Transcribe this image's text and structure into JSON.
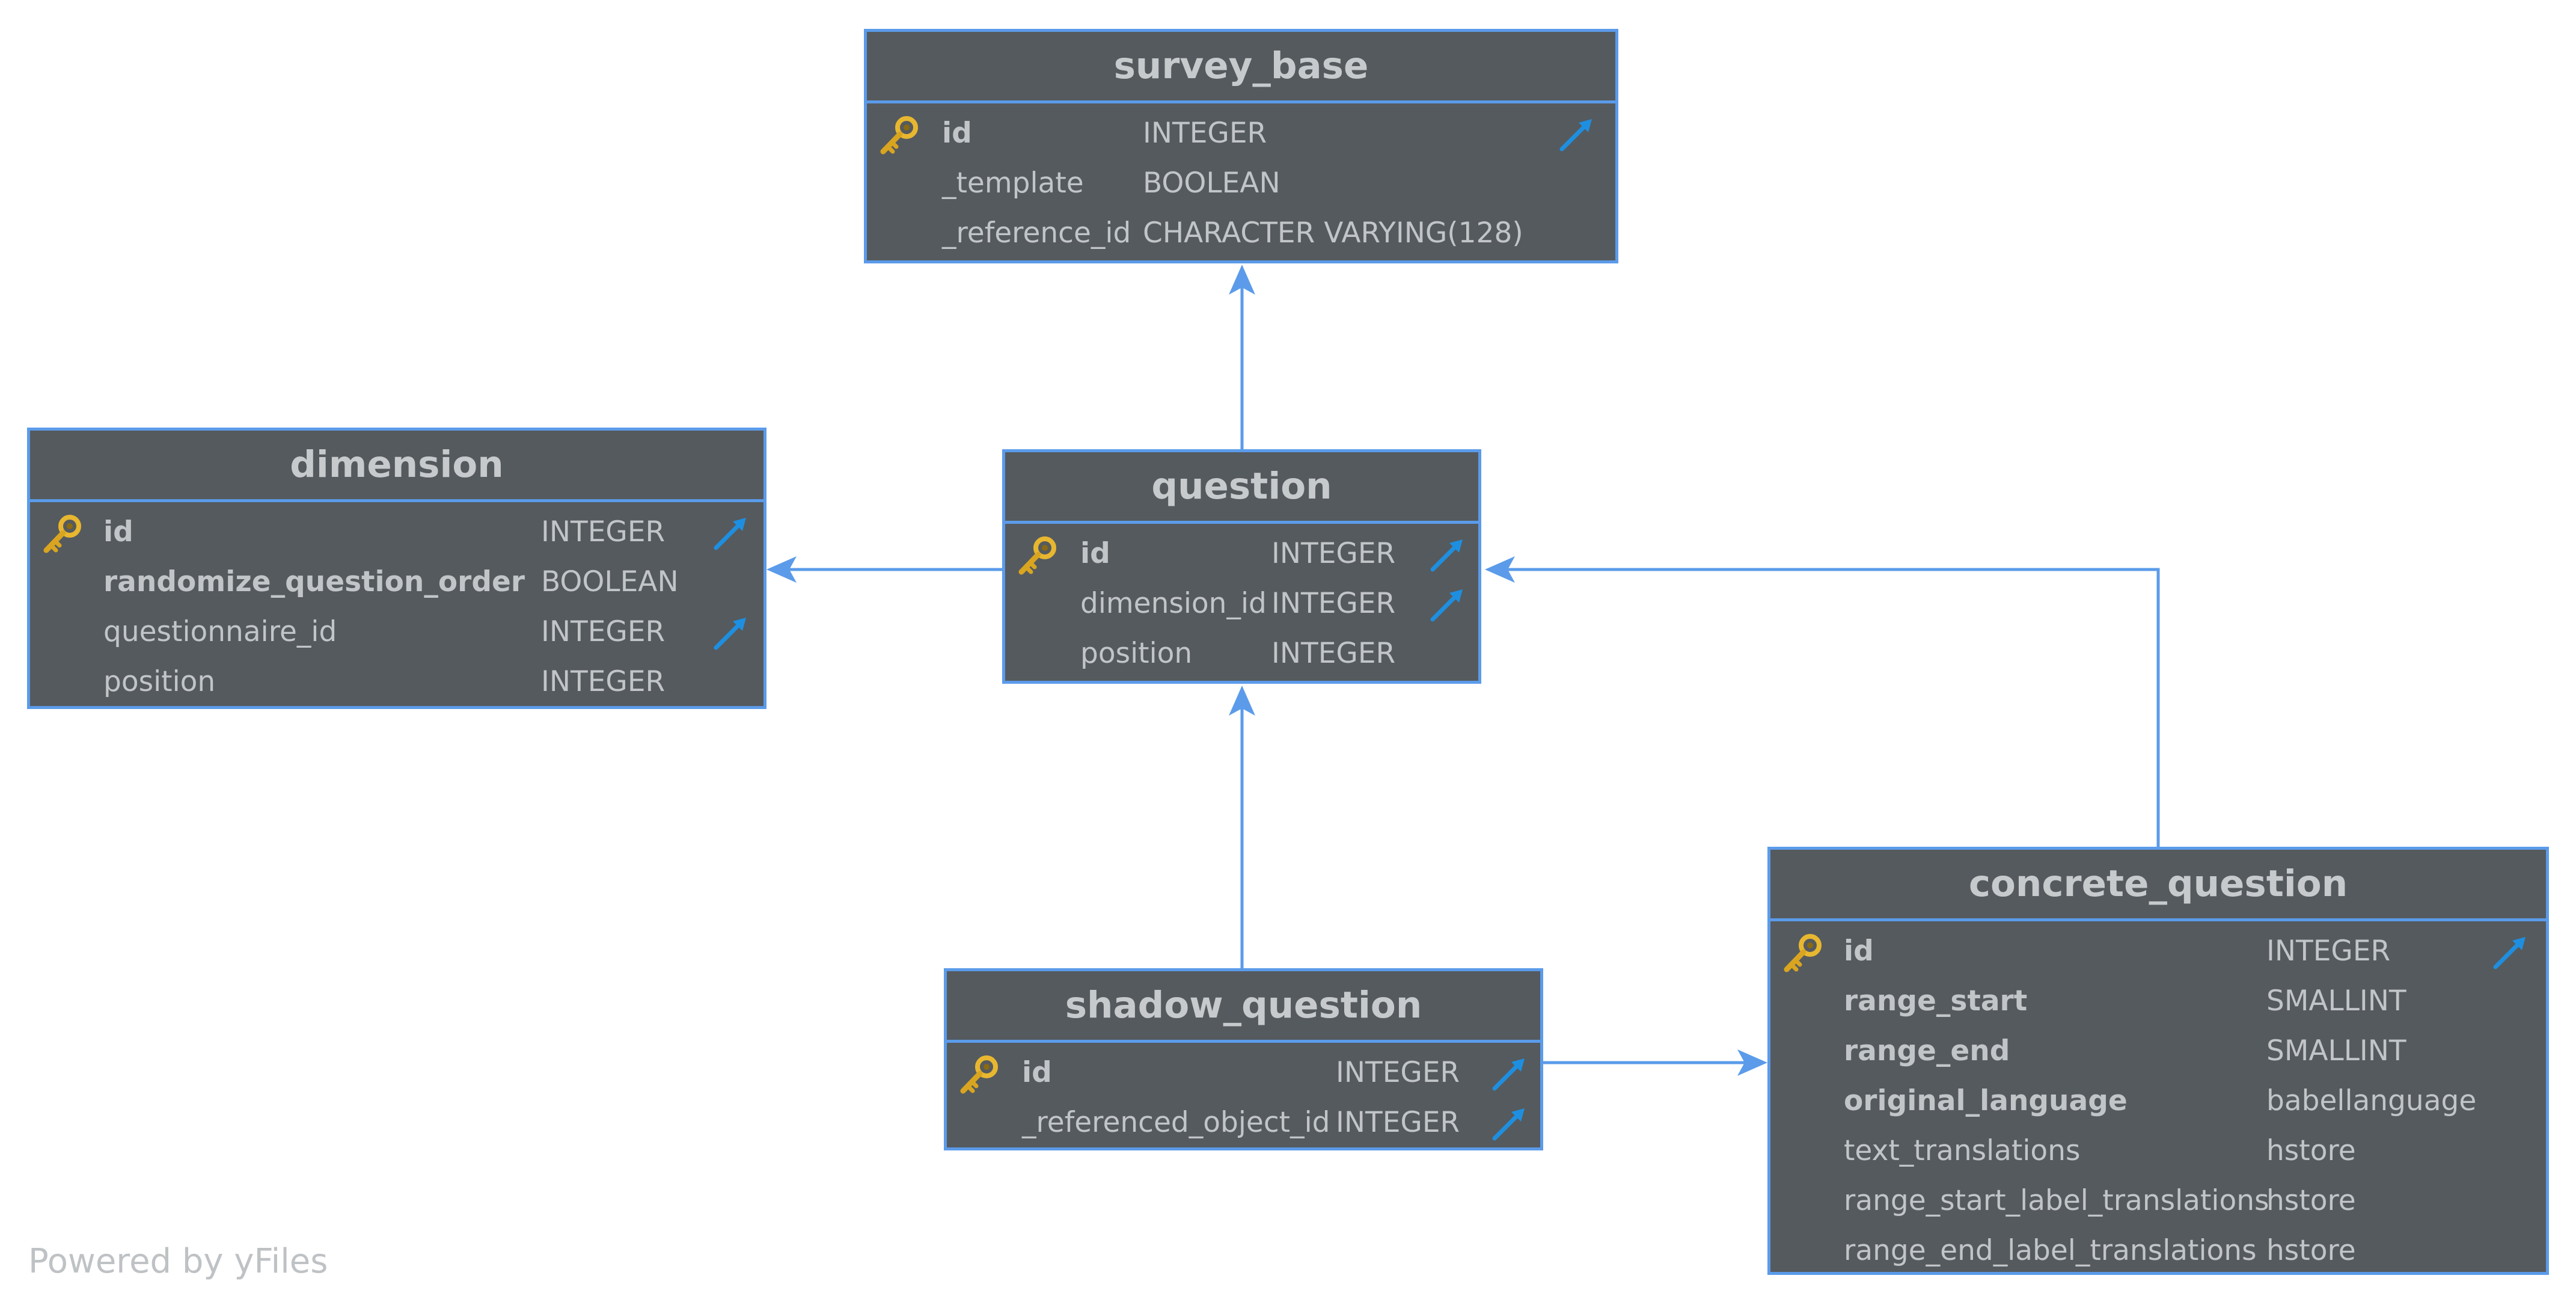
{
  "tables": {
    "survey_base": {
      "name": "survey_base",
      "columns": [
        {
          "name": "id",
          "type": "INTEGER",
          "pk": true,
          "fk": true,
          "bold": true
        },
        {
          "name": "_template",
          "type": "BOOLEAN",
          "pk": false,
          "fk": false,
          "bold": false
        },
        {
          "name": "_reference_id",
          "type": "CHARACTER VARYING(128)",
          "pk": false,
          "fk": false,
          "bold": false
        }
      ]
    },
    "dimension": {
      "name": "dimension",
      "columns": [
        {
          "name": "id",
          "type": "INTEGER",
          "pk": true,
          "fk": true,
          "bold": true
        },
        {
          "name": "randomize_question_order",
          "type": "BOOLEAN",
          "pk": false,
          "fk": false,
          "bold": true
        },
        {
          "name": "questionnaire_id",
          "type": "INTEGER",
          "pk": false,
          "fk": true,
          "bold": false
        },
        {
          "name": "position",
          "type": "INTEGER",
          "pk": false,
          "fk": false,
          "bold": false
        }
      ]
    },
    "question": {
      "name": "question",
      "columns": [
        {
          "name": "id",
          "type": "INTEGER",
          "pk": true,
          "fk": true,
          "bold": true
        },
        {
          "name": "dimension_id",
          "type": "INTEGER",
          "pk": false,
          "fk": true,
          "bold": false
        },
        {
          "name": "position",
          "type": "INTEGER",
          "pk": false,
          "fk": false,
          "bold": false
        }
      ]
    },
    "shadow_question": {
      "name": "shadow_question",
      "columns": [
        {
          "name": "id",
          "type": "INTEGER",
          "pk": true,
          "fk": true,
          "bold": true
        },
        {
          "name": "_referenced_object_id",
          "type": "INTEGER",
          "pk": false,
          "fk": true,
          "bold": false
        }
      ]
    },
    "concrete_question": {
      "name": "concrete_question",
      "columns": [
        {
          "name": "id",
          "type": "INTEGER",
          "pk": true,
          "fk": true,
          "bold": true
        },
        {
          "name": "range_start",
          "type": "SMALLINT",
          "pk": false,
          "fk": false,
          "bold": true
        },
        {
          "name": "range_end",
          "type": "SMALLINT",
          "pk": false,
          "fk": false,
          "bold": true
        },
        {
          "name": "original_language",
          "type": "babellanguage",
          "pk": false,
          "fk": false,
          "bold": true
        },
        {
          "name": "text_translations",
          "type": "hstore",
          "pk": false,
          "fk": false,
          "bold": false
        },
        {
          "name": "range_start_label_translations",
          "type": "hstore",
          "pk": false,
          "fk": false,
          "bold": false
        },
        {
          "name": "range_end_label_translations",
          "type": "hstore",
          "pk": false,
          "fk": false,
          "bold": false
        }
      ]
    }
  },
  "relations": [
    {
      "from": "question",
      "to": "survey_base"
    },
    {
      "from": "question",
      "to": "dimension"
    },
    {
      "from": "concrete_question",
      "to": "question"
    },
    {
      "from": "shadow_question",
      "to": "question"
    },
    {
      "from": "shadow_question",
      "to": "concrete_question"
    }
  ],
  "watermark": "Powered by yFiles",
  "colors": {
    "table_fill": "#555a5e",
    "table_border": "#5b9bea",
    "edge": "#5b9bea",
    "text": "#c2c5c8",
    "key_icon": "#e8b730",
    "fk_icon": "#1e8fe0"
  }
}
